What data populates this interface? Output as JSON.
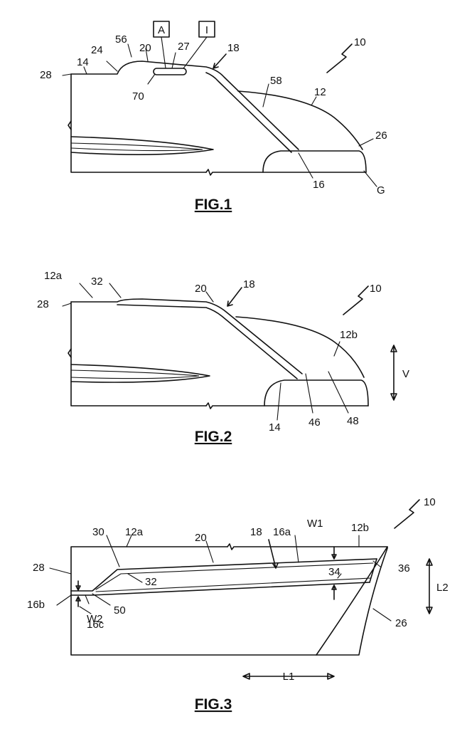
{
  "fig1": {
    "caption": "FIG.1",
    "boxes": [
      "A",
      "I"
    ],
    "labels": {
      "n10": "10",
      "n12": "12",
      "n14": "14",
      "n16": "16",
      "n18": "18",
      "n20": "20",
      "n24": "24",
      "n26": "26",
      "n27": "27",
      "n28": "28",
      "n56": "56",
      "n58": "58",
      "n70": "70",
      "nG": "G"
    }
  },
  "fig2": {
    "caption": "FIG.2",
    "labels": {
      "n10": "10",
      "n12a": "12a",
      "n12b": "12b",
      "n14": "14",
      "n18": "18",
      "n20": "20",
      "n28": "28",
      "n32": "32",
      "n46": "46",
      "n48": "48",
      "nV": "V"
    }
  },
  "fig3": {
    "caption": "FIG.3",
    "labels": {
      "n10": "10",
      "n12a": "12a",
      "n12b": "12b",
      "n16a": "16a",
      "n16b": "16b",
      "n16c": "16c",
      "n18": "18",
      "n20": "20",
      "n26": "26",
      "n28": "28",
      "n30": "30",
      "n32": "32",
      "n34": "34",
      "n36": "36",
      "n50": "50",
      "nW1": "W1",
      "nW2": "W2",
      "nL1": "L1",
      "nL2": "L2"
    }
  }
}
